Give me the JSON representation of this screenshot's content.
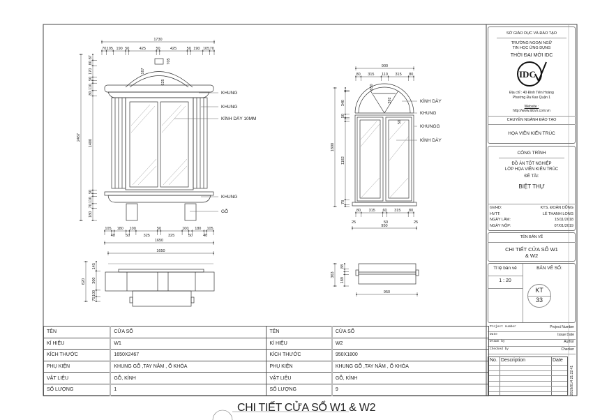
{
  "title_block": {
    "department": "SỞ GIÁO DỤC VÀ ĐÀO TẠO",
    "school_line1": "TRƯỜNG NGOẠI NGỮ",
    "school_line2": "TIN HỌC ỨNG DỤNG",
    "school_name": "THỜI ĐẠI MỚI IDC",
    "logo_text": "IDC",
    "address_line1": "Địa chỉ : 40 Đinh Tiên Hoàng",
    "address_line2": "Phường Đa Kao Quận 1",
    "website_label": "Website :",
    "website": "http://www.idcvn.com.vn",
    "specialty_label": "CHUYÊN NGÀNH ĐÀO TẠO",
    "specialty": "HỌA VIÊN KIẾN TRÚC",
    "project_label": "CÔNG TRÌNH",
    "project_line1": "ĐỒ ÁN TỐT NGHIỆP",
    "project_line2": "LỚP HỌA VIÊN KIẾN TRÚC",
    "topic_label": "ĐỀ TÀI:",
    "topic": "BIỆT THỰ",
    "info": [
      {
        "label": "GVHD:",
        "value": "KTS. ĐOÀN DŨNG"
      },
      {
        "label": "HVTT:",
        "value": "LÊ THANH LONG"
      },
      {
        "label": "NGÀY LÀM:",
        "value": "15/11/2018"
      },
      {
        "label": "NGÀY NỘP:",
        "value": "07/01/2019"
      }
    ],
    "drawing_name_label": "TÊN BẢN VẼ",
    "drawing_name_line1": "CHI TIẾT CỬA SỔ W1",
    "drawing_name_line2": "& W2",
    "scale_label": "Tỉ lệ bản vẽ",
    "scale": "1 : 20",
    "sheet_no_label": "BẢN VẼ SỐ:",
    "sheet_code": "KT",
    "sheet_number": "33",
    "meta": [
      {
        "label": "Project number",
        "value": "Project Number"
      },
      {
        "label": "Date",
        "value": "Issue Date"
      },
      {
        "label": "Drawn by",
        "value": "Author"
      },
      {
        "label": "Checked by",
        "value": "Checker"
      }
    ],
    "rev_headers": [
      "No.",
      "Description",
      "Date"
    ],
    "timestamp": "2019/01/4 21:22:41"
  },
  "spec_table": {
    "rows": [
      [
        "TÊN",
        "CỬA SỔ",
        "TÊN",
        "CỬA SỔ"
      ],
      [
        "KÍ HIỆU",
        "W1",
        "KÍ HIỆU",
        "W2"
      ],
      [
        "KÍCH THƯỚC",
        "1650X2467",
        "KÍCH THƯỚC",
        "950X1800"
      ],
      [
        "PHỤ KIỆN",
        "KHUNG GỖ ,TAY NẮM , Ổ KHÓA",
        "PHỤ KIỆN",
        "KHUNG GỖ ,TAY NẮM , Ổ KHÓA"
      ],
      [
        "VẬT LIỆU",
        "GỖ, KÍNH",
        "VẬT LIỆU",
        "GỖ, KÍNH"
      ],
      [
        "SỐ LƯỢNG",
        "1",
        "SỐ LƯỢNG",
        "9"
      ]
    ]
  },
  "sheet_title": "CHI TIẾT CỬA SỔ W1 & W2",
  "w1": {
    "labels": [
      "KHUNG",
      "KHUNG",
      "KÍNH DÀY 10MM",
      "KHUNG",
      "GỖ"
    ],
    "top_total": "1730",
    "top_chain": [
      70,
      105,
      190,
      50,
      425,
      50,
      425,
      50,
      190,
      105,
      70
    ],
    "arch_dims": [
      "167",
      "705",
      "625"
    ],
    "left_total": "2467",
    "left_chain": [
      87,
      80,
      170,
      50,
      40,
      110,
      80,
      1400,
      50,
      40,
      110,
      70,
      180
    ],
    "bottom_chain": [
      105,
      40,
      180,
      50,
      100,
      325,
      50,
      325,
      100,
      50,
      180,
      40,
      105
    ],
    "bottom_total": "1650",
    "plan_total": "1650",
    "plan_left_total": "620",
    "plan_chain": [
      145,
      300,
      100,
      75
    ]
  },
  "w2": {
    "labels": [
      "KÍNH DÀY",
      "KHUNG",
      "KHUNGG",
      "KÍNH DÀY"
    ],
    "top_total": "900",
    "top_chain": [
      80,
      315,
      110,
      315,
      80
    ],
    "arch_dims": [
      "650",
      "392",
      "50"
    ],
    "left_total": "1800",
    "left_chain": [
      40,
      18,
      340,
      50,
      18,
      40,
      1182,
      78,
      25
    ],
    "bottom_chain": [
      80,
      315,
      60,
      315,
      80
    ],
    "bottom_chain2": [
      "25",
      "50",
      "25"
    ],
    "bottom_total": "950",
    "plan_total": "950",
    "plan_left_total": "363",
    "plan_chain": [
      88,
      43,
      43,
      189
    ]
  }
}
